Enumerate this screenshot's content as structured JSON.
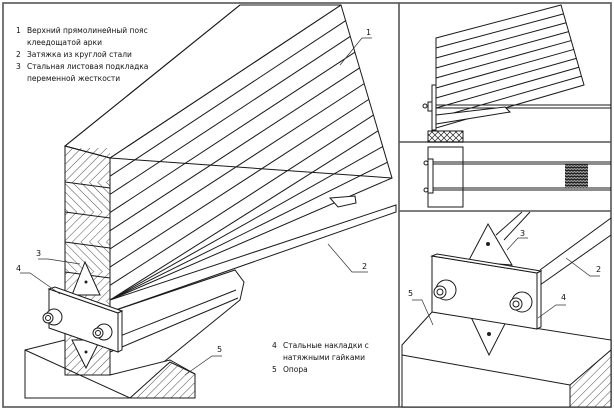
{
  "legend_top": {
    "items": [
      {
        "number": "1",
        "line1": "Верхний прямолинейный пояс",
        "line2": "клеедощатой арки"
      },
      {
        "number": "2",
        "line1": "Затяжка из круглой стали",
        "line2": ""
      },
      {
        "number": "3",
        "line1": "Стальная листовая подкладка",
        "line2": "переменной жесткости"
      }
    ]
  },
  "legend_bottom": {
    "items": [
      {
        "number": "4",
        "line1": "Стальные накладки с",
        "line2": "натяжными гайками"
      },
      {
        "number": "5",
        "line1": "Опора",
        "line2": ""
      }
    ]
  },
  "callouts": {
    "main": [
      "1",
      "2",
      "3",
      "4",
      "5"
    ],
    "detail": [
      "2",
      "3",
      "4",
      "5"
    ]
  },
  "colors": {
    "line": "#1a1a1a",
    "frame": "#555555",
    "background": "#ffffff"
  }
}
